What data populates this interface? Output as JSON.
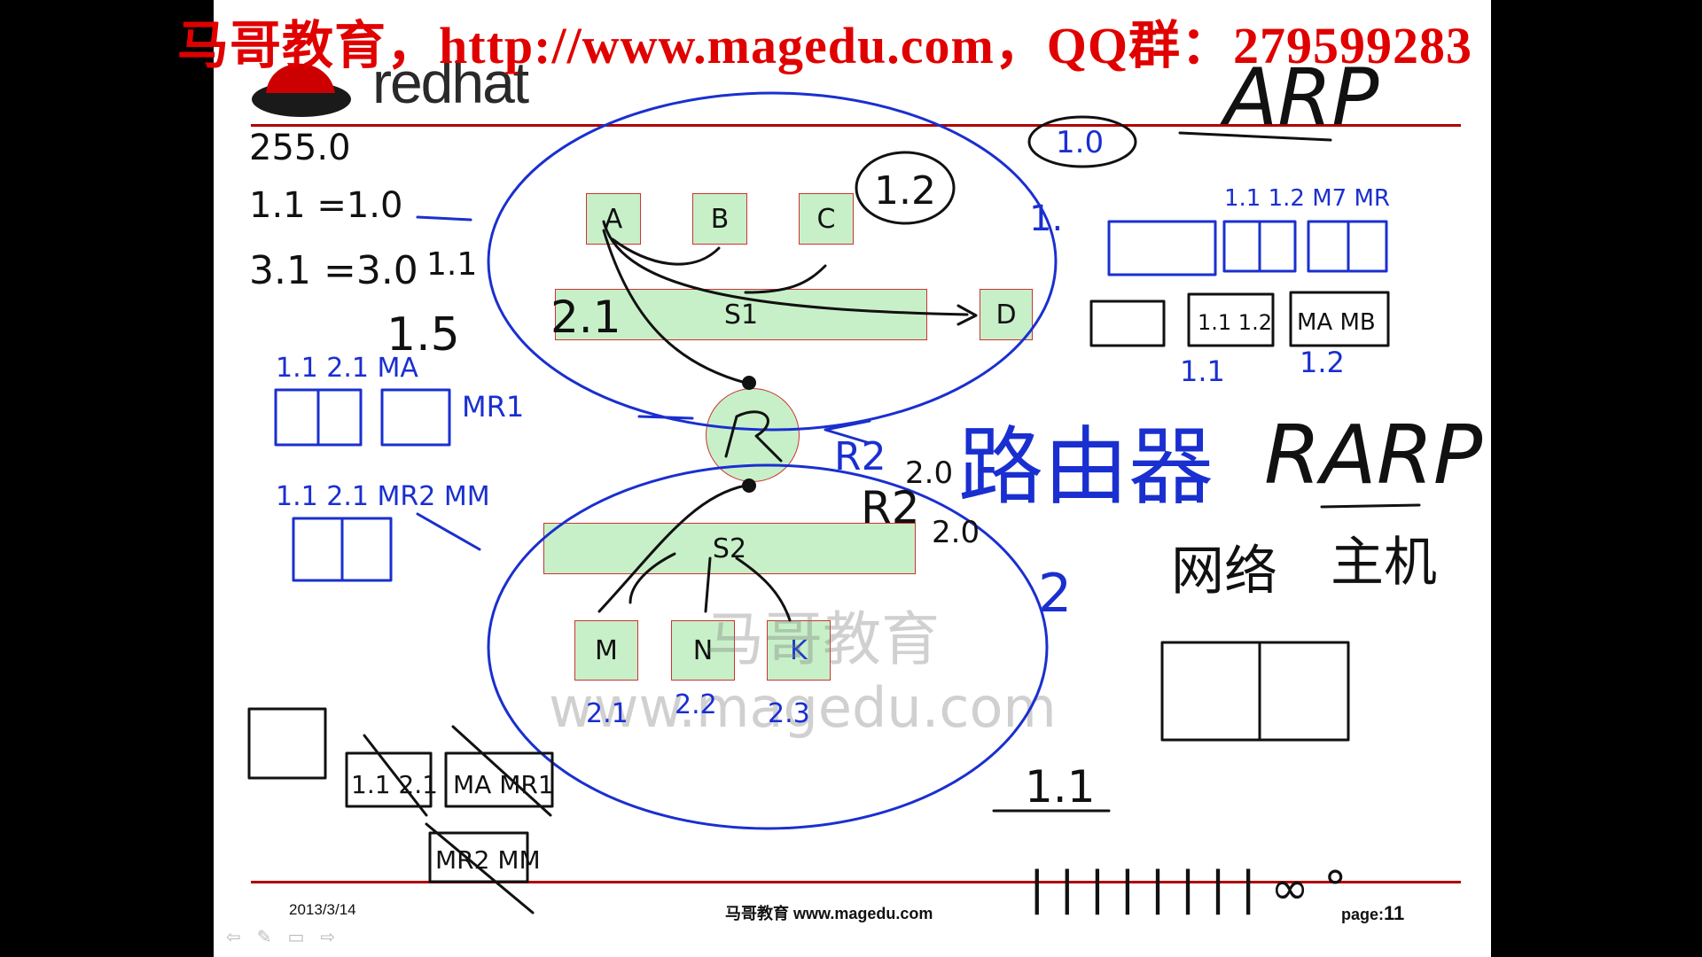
{
  "banner": {
    "text": "马哥教育，http://www.magedu.com，QQ群：279599283",
    "color": "#e00000"
  },
  "logo": {
    "text": "redhat",
    "icon": "redhat-shadowman-icon"
  },
  "diagram": {
    "hosts_top": [
      "A",
      "B",
      "C"
    ],
    "host_d": "D",
    "switch_top": "S1",
    "router": "R",
    "switch_bottom": "S2",
    "hosts_bottom": [
      "M",
      "N",
      "K"
    ]
  },
  "watermark": {
    "line1": "马哥教育",
    "line2": "www.magedu.com"
  },
  "footer": {
    "date": "2013/3/14",
    "center": "马哥教育 www.magedu.com",
    "page_label": "page:",
    "page_number": "11"
  },
  "nav": {
    "back_icon": "back-arrow-icon",
    "pen_icon": "pen-icon",
    "menu_icon": "slide-menu-icon",
    "forward_icon": "forward-arrow-icon"
  },
  "handwriting": [
    "ARP",
    "RARP",
    "1.2",
    "1.0",
    "1.1",
    "2.1",
    "2.2",
    "2.3",
    "R2",
    "2.0",
    "MA",
    "MR1",
    "MR2",
    "MM",
    "MB"
  ],
  "colors": {
    "ink_blue": "#1a2fd0",
    "ink_black": "#111111",
    "rule_red": "#b00000",
    "node_fill": "#c8f0c8"
  }
}
